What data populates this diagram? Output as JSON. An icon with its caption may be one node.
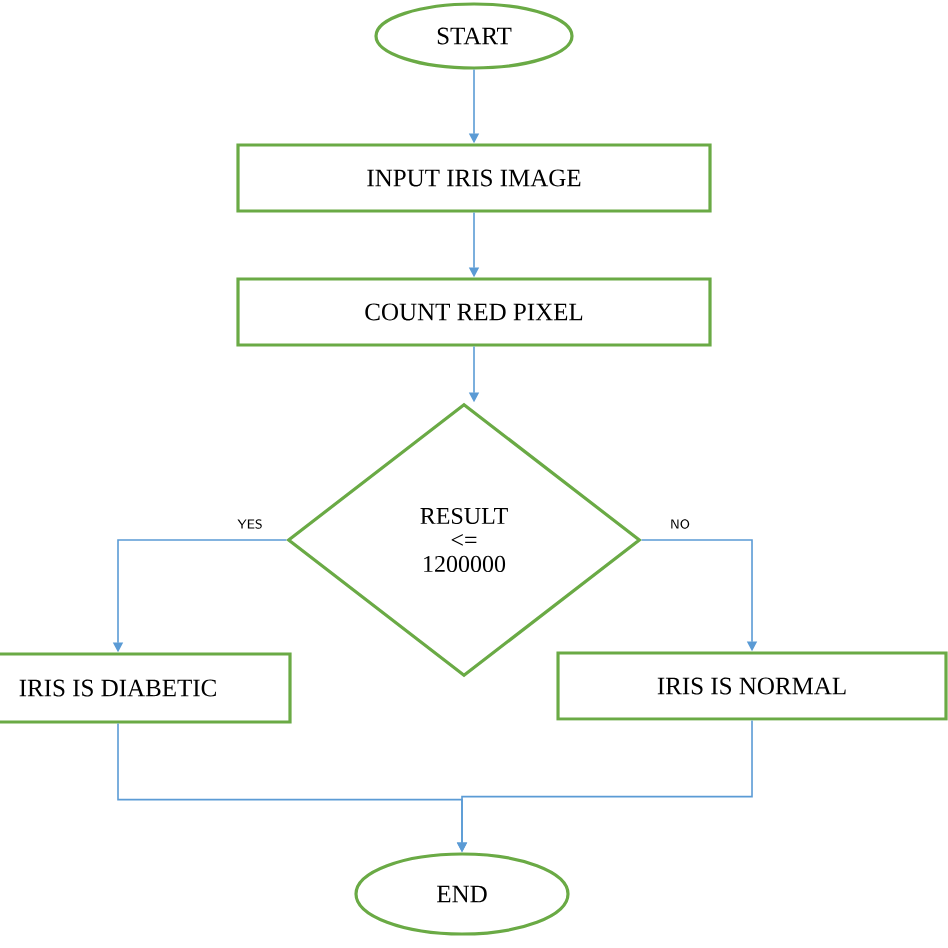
{
  "diagram": {
    "nodes": [
      {
        "text": [
          "START"
        ]
      },
      {
        "text": [
          "INPUT IRIS IMAGE"
        ]
      },
      {
        "text": [
          "COUNT RED PIXEL"
        ]
      },
      {
        "text": [
          "RESULT <= 1200000"
        ]
      },
      {
        "text": [
          "IRIS IS DIABETIC"
        ]
      },
      {
        "text": [
          "IRIS IS NORMAL"
        ]
      },
      {
        "text": [
          "END"
        ]
      }
    ],
    "edges": [
      {
        "from": 0,
        "to": 1,
        "arrow": "to"
      },
      {
        "from": 1,
        "to": 2,
        "arrow": "to"
      },
      {
        "from": 2,
        "to": 3,
        "arrow": "to"
      },
      {
        "from": 3,
        "to": 4,
        "arrow": "to",
        "label": "YES"
      },
      {
        "from": 3,
        "to": 5,
        "arrow": "to",
        "label": "NO"
      },
      {
        "from": 4,
        "to": 6,
        "arrow": "to"
      },
      {
        "from": 5,
        "to": 6,
        "arrow": "to"
      }
    ]
  }
}
